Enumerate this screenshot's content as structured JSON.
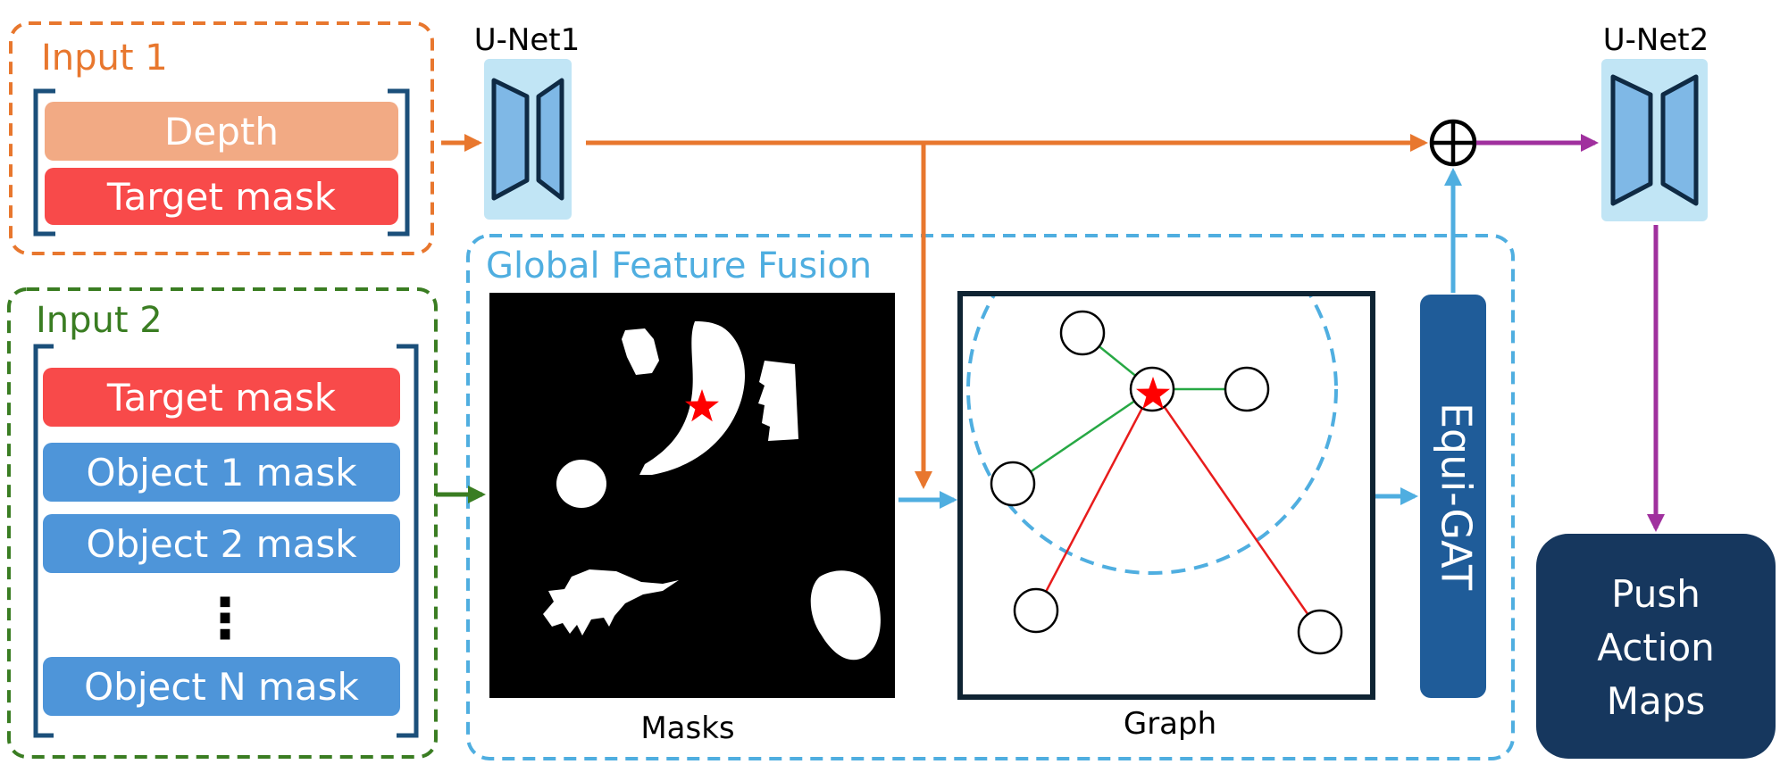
{
  "input1": {
    "title": "Input 1",
    "items": [
      "Depth",
      "Target mask"
    ]
  },
  "input2": {
    "title": "Input 2",
    "items": [
      "Target mask",
      "Object 1 mask",
      "Object 2 mask",
      "⋮",
      "Object N mask"
    ]
  },
  "unet1": {
    "label": "U-Net1"
  },
  "unet2": {
    "label": "U-Net2"
  },
  "fusion": {
    "title": "Global Feature Fusion",
    "masks_label": "Masks",
    "graph_label": "Graph",
    "gat_label": "Equi-GAT"
  },
  "output": {
    "lines": [
      "Push",
      "Action",
      "Maps"
    ]
  },
  "sum_symbol": "⊕",
  "colors": {
    "orange": "#E8772E",
    "green": "#3A7D22",
    "blue_dash": "#4FAEE0",
    "purple": "#A0309E",
    "depth": "#F2AA84",
    "target": "#F84A4A",
    "object": "#4E95D9",
    "unet_bg": "#C1E5F5",
    "unet_fill": "#7FB8E6",
    "gat": "#1F5C99",
    "output": "#16375E",
    "edge_green": "#27A844",
    "edge_red": "#E81C1C",
    "star": "#FF0000"
  }
}
